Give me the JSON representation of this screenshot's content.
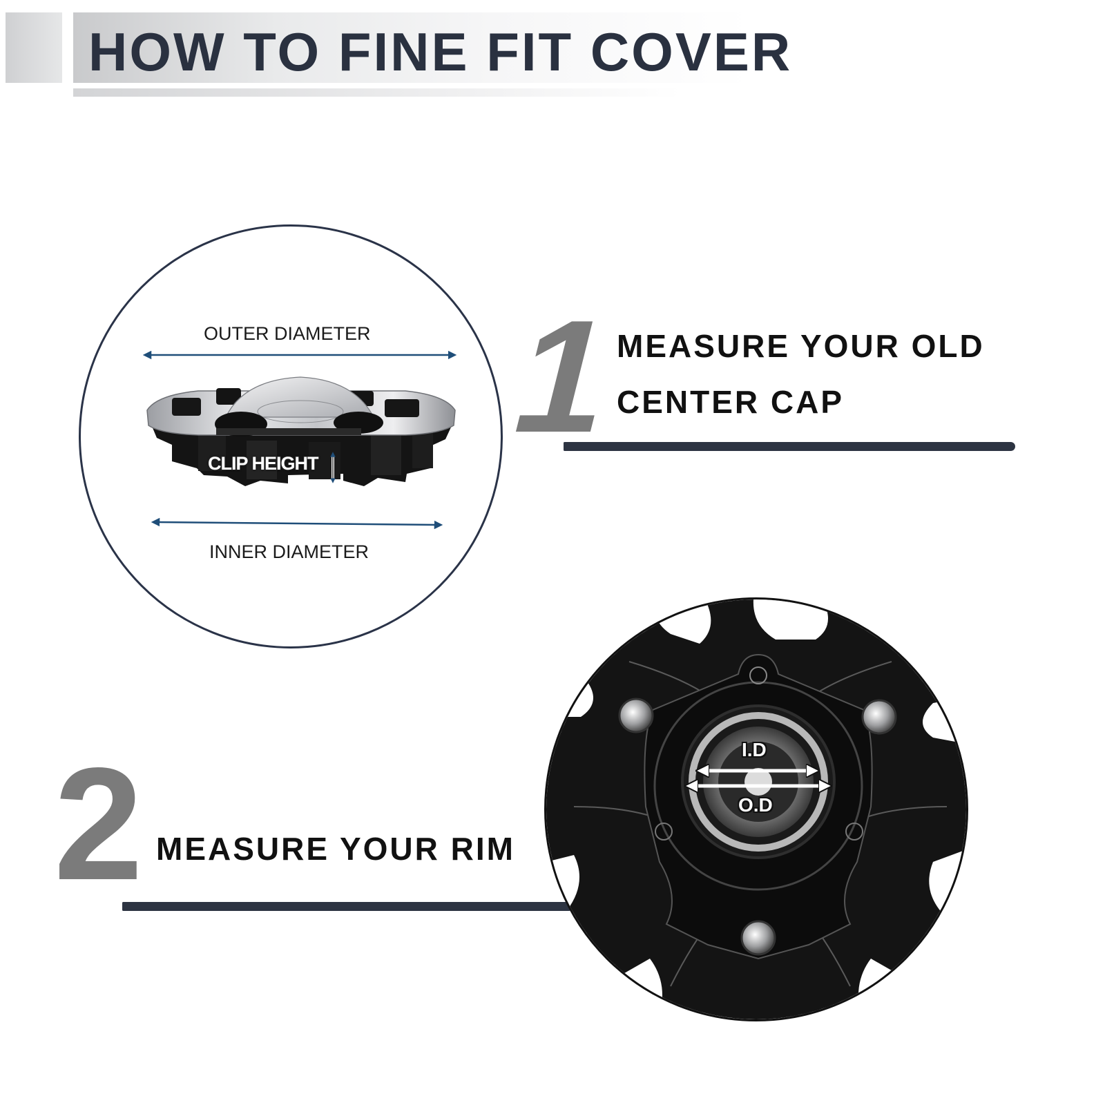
{
  "header": {
    "title": "HOW TO FINE FIT COVER"
  },
  "step1": {
    "number": "1",
    "line1": "MEASURE YOUR OLD",
    "line2": "CENTER CAP",
    "labels": {
      "outer": "OUTER DIAMETER",
      "inner": "INNER DIAMETER",
      "clip": "CLIP HEIGHT"
    }
  },
  "step2": {
    "number": "2",
    "line1": "MEASURE YOUR RIM",
    "labels": {
      "id": "I.D",
      "od": "O.D"
    }
  },
  "colors": {
    "title": "#2a3140",
    "numbers": "#7b7b7b",
    "rules": "#2d3442",
    "arrows": "#1f4e79"
  }
}
